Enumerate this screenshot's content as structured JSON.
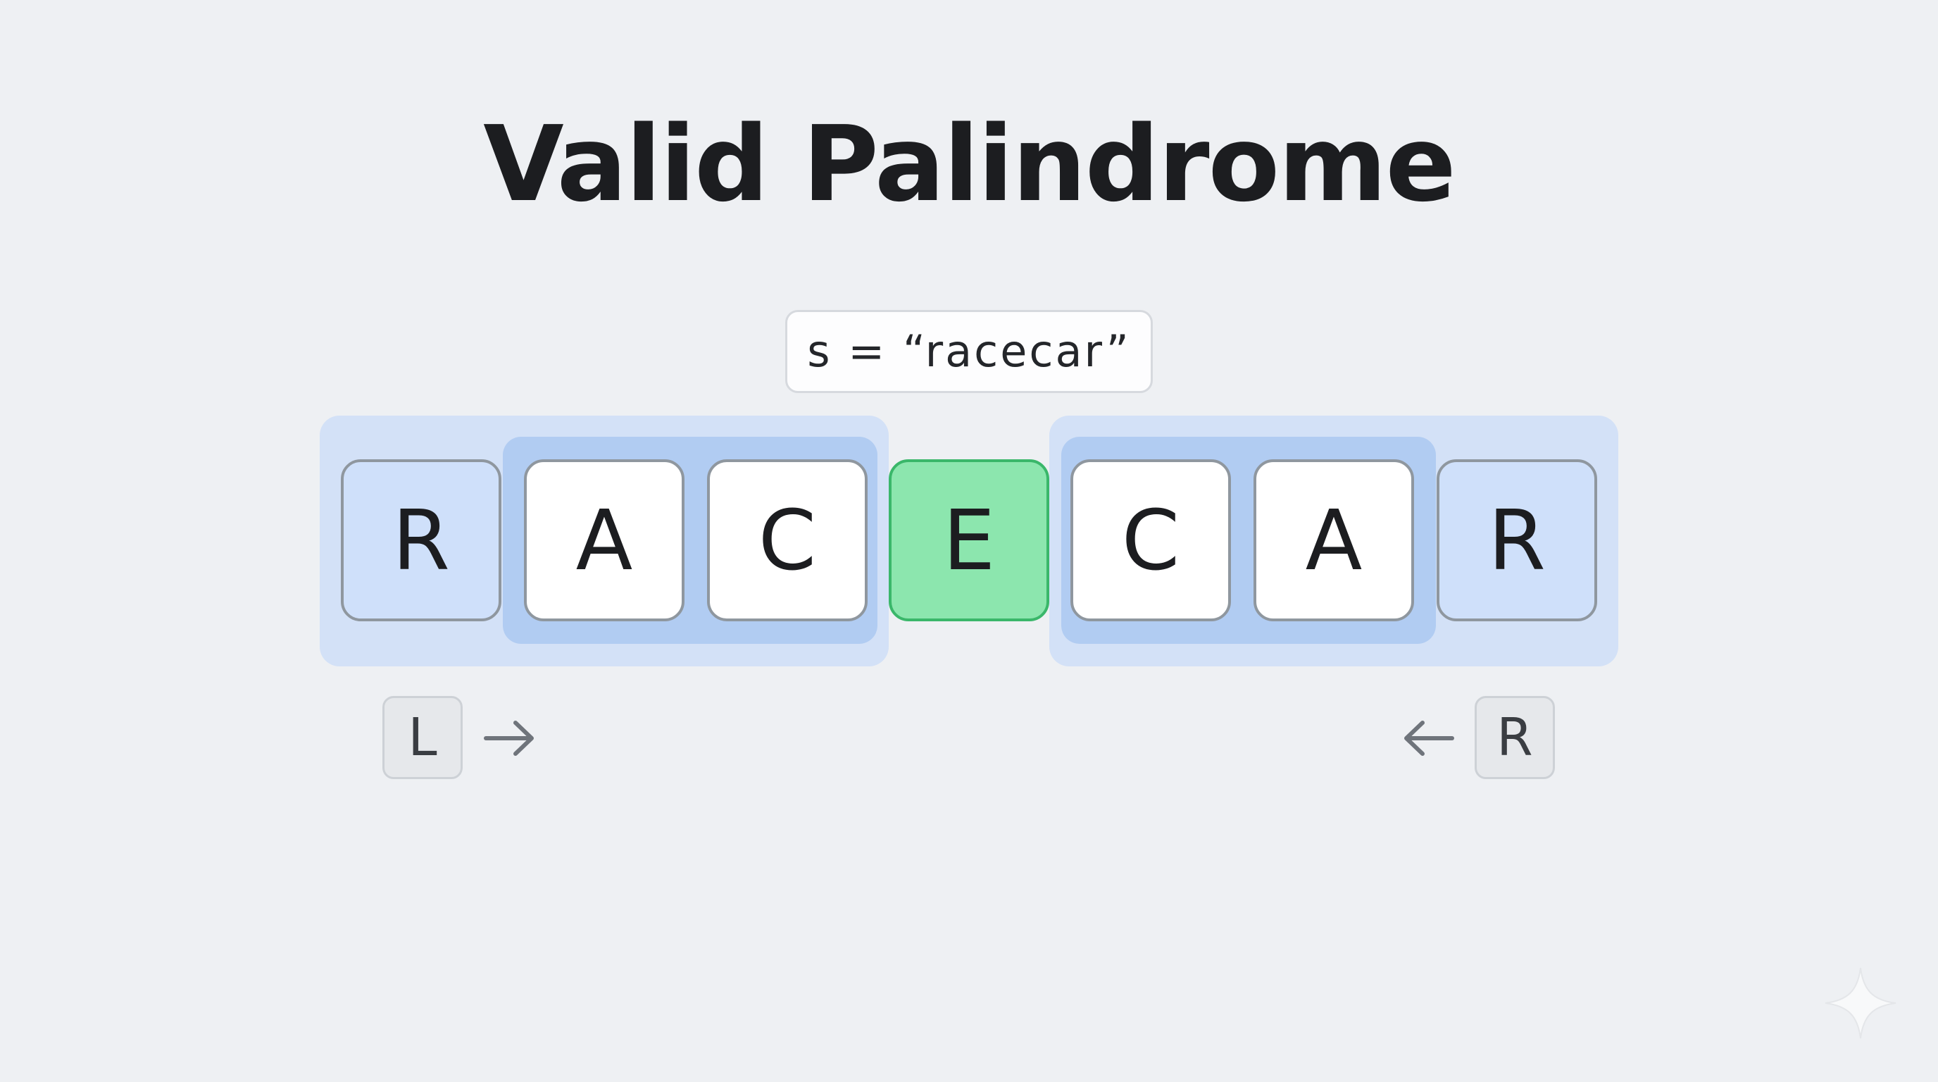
{
  "title": "Valid Palindrome",
  "input_label": "s = “racecar”",
  "characters": [
    "R",
    "A",
    "C",
    "E",
    "C",
    "A",
    "R"
  ],
  "pointers": {
    "left": "L",
    "right": "R"
  },
  "colors": {
    "background": "#eef0f3",
    "compared_pair_highlight": "#d3e1f7",
    "inner_pair_highlight": "#b1ccf2",
    "outer_cell_fill": "#cfe0fa",
    "center_cell_fill": "#8ce6ae",
    "center_cell_border": "#3ab76a"
  },
  "icons": {
    "left_pointer_arrow": "arrow-right-icon",
    "right_pointer_arrow": "arrow-left-icon",
    "watermark": "sparkle-icon"
  }
}
